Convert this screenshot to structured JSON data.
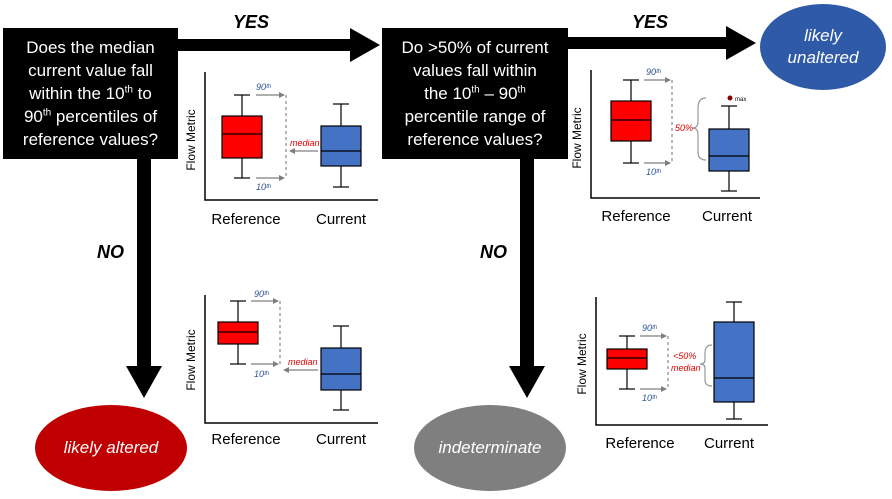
{
  "question1": {
    "line1": "Does the median",
    "line2": "current value fall",
    "line3_a": "within the 10",
    "line3_sup": "th",
    "line3_b": " to",
    "line4_a": "90",
    "line4_sup": "th",
    "line4_b": " percentiles of",
    "line5": "reference values?"
  },
  "question2": {
    "line1": "Do >50% of current",
    "line2": "values fall within",
    "line3_a": "the 10",
    "line3_sup": "th",
    "line3_b": " – 90",
    "line3_sup2": "th",
    "line4": "percentile range of",
    "line5": "reference values?"
  },
  "branches": {
    "yes1": "YES",
    "yes2": "YES",
    "no1": "NO",
    "no2": "NO"
  },
  "outcomes": {
    "unaltered_line1": "likely",
    "unaltered_line2": "unaltered",
    "altered": "likely altered",
    "indeterminate": "indeterminate"
  },
  "plots": {
    "y_label": "Flow Metric",
    "x_reference": "Reference",
    "x_current": "Current",
    "p90": "90ᵗʰ",
    "p10": "10ᵗʰ",
    "median": "median",
    "pct50": "50%",
    "lt50": "<50%",
    "max_label": "max"
  },
  "colors": {
    "box_black": "#000000",
    "reference_red": "#ff0000",
    "current_blue": "#4472c4",
    "oval_blue": "#2e5aa8",
    "oval_red": "#c00000",
    "oval_gray": "#7f7f7f",
    "annot_blue": "#2e5597",
    "annot_red": "#e00000"
  }
}
